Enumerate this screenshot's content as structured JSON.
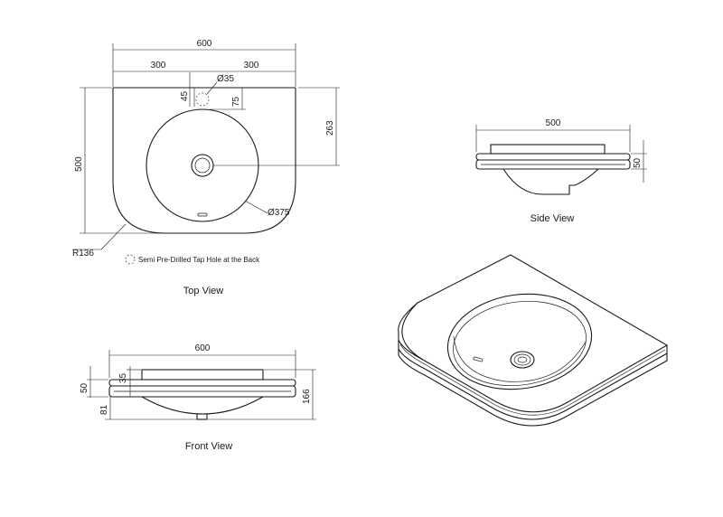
{
  "views": {
    "top": "Top View",
    "side": "Side View",
    "front": "Front View"
  },
  "top_dims": {
    "overall_width": "600",
    "half_left": "300",
    "half_right": "300",
    "tap_hole_dia": "Ø35",
    "tap_offset_45": "45",
    "tap_offset_75": "75",
    "depth_to_waste": "263",
    "overall_depth": "500",
    "bowl_dia": "Ø375",
    "corner_radius": "R136"
  },
  "tap_note": "Semi Pre-Drilled Tap Hole at the Back",
  "side_dims": {
    "width": "500",
    "height": "50"
  },
  "front_dims": {
    "width": "600",
    "rim_35": "35",
    "body_50": "50",
    "bowl_81": "81",
    "total_166": "166"
  }
}
